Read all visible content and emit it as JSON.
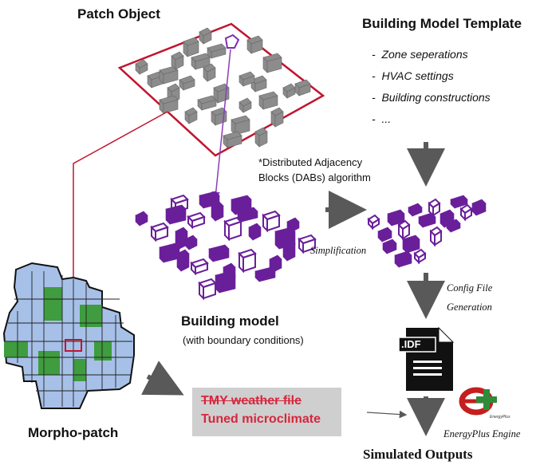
{
  "labels": {
    "patch_object": "Patch Object",
    "template_title": "Building Model Template",
    "dab_note_line1": "*Distributed Adjacency",
    "dab_note_line2": "Blocks (DABs) algorithm",
    "simplification": "Simplification",
    "config_line1": "Config File",
    "config_line2": "Generation",
    "building_model": "Building model",
    "building_model_sub": "(with boundary conditions)",
    "morpho_patch": "Morpho-patch",
    "weather_file": "TMY weather file",
    "tuned_microclimate": "Tuned microclimate",
    "energyplus_engine": "EnergyPlus Engine",
    "energyplus_logo_text": "EnergyPlus",
    "simulated_outputs": "Simulated Outputs",
    "idf": ".IDF"
  },
  "template_items": [
    {
      "label": "Zone seperations"
    },
    {
      "label": "HVAC settings"
    },
    {
      "label": "Building constructions"
    },
    {
      "label": "..."
    }
  ],
  "colors": {
    "patch_border": "#c0152f",
    "building_gray": "#8c8c8c",
    "building_purple": "#6a1f9a",
    "arrow_gray": "#595959",
    "map_blue": "#a7c0e8",
    "map_green": "#3f9c3f",
    "weather_text": "#d7263d",
    "weather_box": "#cfcfcf",
    "energyplus_red": "#c41e1e",
    "energyplus_green": "#2e8b3a"
  }
}
